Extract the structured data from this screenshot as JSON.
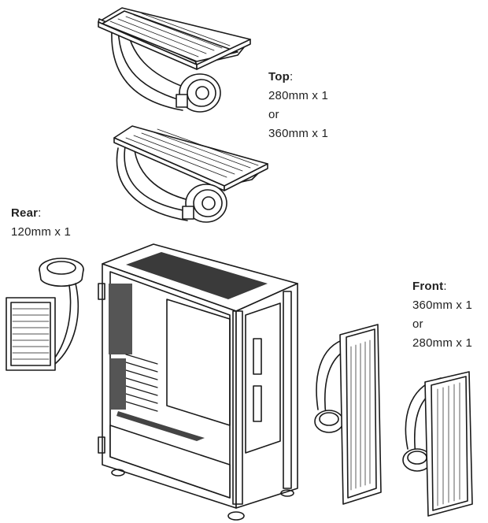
{
  "labels": {
    "top": {
      "title": "Top",
      "lines": [
        "280mm x 1",
        "or",
        "360mm x 1"
      ]
    },
    "rear": {
      "title": "Rear",
      "lines": [
        "120mm x 1"
      ]
    },
    "front": {
      "title": "Front",
      "lines": [
        "360mm x 1",
        "or",
        "280mm x 1"
      ]
    }
  },
  "colors": {
    "line": "#1a1a1a",
    "fill": "#ffffff",
    "shade": "#3a3a3a"
  }
}
